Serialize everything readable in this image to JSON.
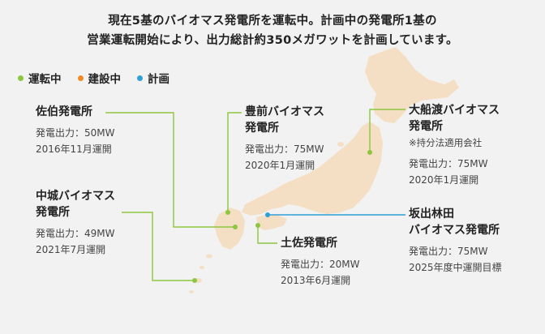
{
  "intro": {
    "line1": "現在5基のバイオマス発電所を運転中。計画中の発電所1基の",
    "line2": "営業運転開始により、出力総計約350メガワットを計画しています。"
  },
  "legend": [
    {
      "label": "運転中",
      "color": "#8dc63f"
    },
    {
      "label": "建設中",
      "color": "#f08a24"
    },
    {
      "label": "計画",
      "color": "#2ea0d6"
    }
  ],
  "map_color": "#f5dfc4",
  "plants": {
    "saeki": {
      "name1": "佐伯発電所",
      "output": "発電出力：50MW",
      "date": "2016年11月運開"
    },
    "buzen": {
      "name1": "豊前バイオマス",
      "name2": "発電所",
      "output": "発電出力：75MW",
      "date": "2020年1月運開"
    },
    "ofunato": {
      "name1": "大船渡バイオマス",
      "name2": "発電所",
      "note": "※持分法適用会社",
      "output": "発電出力：75MW",
      "date": "2020年1月運開"
    },
    "nakagusuku": {
      "name1": "中城バイオマス",
      "name2": "発電所",
      "output": "発電出力：49MW",
      "date": "2021年7月運開"
    },
    "tosa": {
      "name1": "土佐発電所",
      "output": "発電出力：20MW",
      "date": "2013年6月運開"
    },
    "sakaide": {
      "name1": "坂出林田",
      "name2": "バイオマス発電所",
      "output": "発電出力：75MW",
      "date": "2025年度中運開目標"
    }
  }
}
